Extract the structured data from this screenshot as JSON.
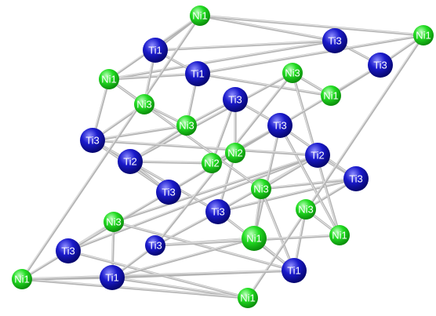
{
  "structure": {
    "elements": [
      {
        "symbol": "Ni",
        "color": "#22dd22",
        "highlight": "#bbffbb",
        "shade": "#0a8a0a"
      },
      {
        "symbol": "Ti",
        "color": "#1a1acc",
        "highlight": "#8f8fff",
        "shade": "#05056a"
      }
    ],
    "atoms": [
      {
        "id": "a1",
        "label": "Ni1",
        "el": "Ni"
      },
      {
        "id": "a2",
        "label": "Ti1",
        "el": "Ti"
      },
      {
        "id": "a3",
        "label": "Ti3",
        "el": "Ti"
      },
      {
        "id": "a4",
        "label": "Ni1",
        "el": "Ni"
      },
      {
        "id": "a5",
        "label": "Ni1",
        "el": "Ni"
      },
      {
        "id": "a6",
        "label": "Ti3",
        "el": "Ti"
      },
      {
        "id": "a7",
        "label": "Ni3",
        "el": "Ni"
      },
      {
        "id": "a8",
        "label": "Ti1",
        "el": "Ti"
      },
      {
        "id": "a9",
        "label": "Ni3",
        "el": "Ni"
      },
      {
        "id": "a10",
        "label": "Ti3",
        "el": "Ti"
      },
      {
        "id": "a11",
        "label": "Ni1",
        "el": "Ni"
      },
      {
        "id": "a12",
        "label": "Ni3",
        "el": "Ni"
      },
      {
        "id": "a13",
        "label": "Ti2",
        "el": "Ti"
      },
      {
        "id": "a14",
        "label": "Ti3",
        "el": "Ti"
      },
      {
        "id": "a15",
        "label": "Ti3",
        "el": "Ti"
      },
      {
        "id": "a16",
        "label": "Ti3",
        "el": "Ti"
      },
      {
        "id": "a17",
        "label": "Ni2",
        "el": "Ni"
      },
      {
        "id": "a18",
        "label": "Ni2",
        "el": "Ni"
      },
      {
        "id": "a19",
        "label": "Ti3",
        "el": "Ti"
      },
      {
        "id": "a20",
        "label": "Ti2",
        "el": "Ti"
      },
      {
        "id": "a21",
        "label": "Ni3",
        "el": "Ni"
      },
      {
        "id": "a22",
        "label": "Ti3",
        "el": "Ti"
      },
      {
        "id": "a23",
        "label": "Ni3",
        "el": "Ni"
      },
      {
        "id": "a24",
        "label": "Ni1",
        "el": "Ni"
      },
      {
        "id": "a25",
        "label": "Ni1",
        "el": "Ni"
      },
      {
        "id": "a26",
        "label": "Ti1",
        "el": "Ti"
      },
      {
        "id": "a27",
        "label": "Ni3",
        "el": "Ni"
      },
      {
        "id": "a28",
        "label": "Ti3",
        "el": "Ti"
      },
      {
        "id": "a29",
        "label": "Ti3",
        "el": "Ti"
      },
      {
        "id": "a30",
        "label": "Ni1",
        "el": "Ni"
      },
      {
        "id": "a31",
        "label": "Ti1",
        "el": "Ti"
      },
      {
        "id": "a32",
        "label": "Ni1",
        "el": "Ni"
      }
    ],
    "bonds": [
      [
        "a1",
        "a2"
      ],
      [
        "a1",
        "a3"
      ],
      [
        "a1",
        "a4"
      ],
      [
        "a1",
        "a5"
      ],
      [
        "a3",
        "a4"
      ],
      [
        "a3",
        "a6"
      ],
      [
        "a2",
        "a8"
      ],
      [
        "a4",
        "a8"
      ],
      [
        "a8",
        "a5"
      ],
      [
        "a6",
        "a11"
      ],
      [
        "a6",
        "a5"
      ],
      [
        "a11",
        "a12"
      ],
      [
        "a11",
        "a8"
      ],
      [
        "a4",
        "a7"
      ],
      [
        "a4",
        "a10"
      ],
      [
        "a7",
        "a2"
      ],
      [
        "a7",
        "a10"
      ],
      [
        "a7",
        "a9"
      ],
      [
        "a8",
        "a9"
      ],
      [
        "a9",
        "a10"
      ],
      [
        "a9",
        "a14"
      ],
      [
        "a9",
        "a13"
      ],
      [
        "a10",
        "a13"
      ],
      [
        "a10",
        "a16"
      ],
      [
        "a12",
        "a13"
      ],
      [
        "a13",
        "a16"
      ],
      [
        "a13",
        "a19"
      ],
      [
        "a13",
        "a17"
      ],
      [
        "a16",
        "a18"
      ],
      [
        "a14",
        "a15"
      ],
      [
        "a14",
        "a18"
      ],
      [
        "a18",
        "a19"
      ],
      [
        "a19",
        "a22"
      ],
      [
        "a19",
        "a20"
      ],
      [
        "a20",
        "a21"
      ],
      [
        "a20",
        "a22"
      ],
      [
        "a21",
        "a22"
      ],
      [
        "a22",
        "a23"
      ],
      [
        "a23",
        "a26"
      ],
      [
        "a21",
        "a26"
      ],
      [
        "a19",
        "a26"
      ],
      [
        "a19",
        "a29"
      ],
      [
        "a20",
        "a28"
      ],
      [
        "a20",
        "a27"
      ],
      [
        "a27",
        "a26"
      ],
      [
        "a26",
        "a31"
      ],
      [
        "a27",
        "a31"
      ],
      [
        "a27",
        "a28"
      ],
      [
        "a28",
        "a30"
      ],
      [
        "a30",
        "a31"
      ],
      [
        "a31",
        "a32"
      ],
      [
        "a28",
        "a32"
      ],
      [
        "a24",
        "a26"
      ],
      [
        "a24",
        "a29"
      ],
      [
        "a24",
        "a31"
      ],
      [
        "a25",
        "a29"
      ],
      [
        "a25",
        "a12"
      ],
      [
        "a22",
        "a15"
      ],
      [
        "a15",
        "a24"
      ],
      [
        "a15",
        "a25"
      ],
      [
        "a12",
        "a29"
      ],
      [
        "a3",
        "a2"
      ],
      [
        "a16",
        "a15"
      ],
      [
        "a14",
        "a17"
      ],
      [
        "a17",
        "a15"
      ],
      [
        "a21",
        "a24"
      ],
      [
        "a23",
        "a25"
      ],
      [
        "a6",
        "a15"
      ],
      [
        "a30",
        "a32"
      ],
      [
        "a29",
        "a31"
      ],
      [
        "a16",
        "a28"
      ],
      [
        "a10",
        "a20"
      ],
      [
        "a1",
        "a30"
      ],
      [
        "a5",
        "a32"
      ],
      [
        "a4",
        "a21"
      ],
      [
        "a30",
        "a26"
      ]
    ]
  }
}
